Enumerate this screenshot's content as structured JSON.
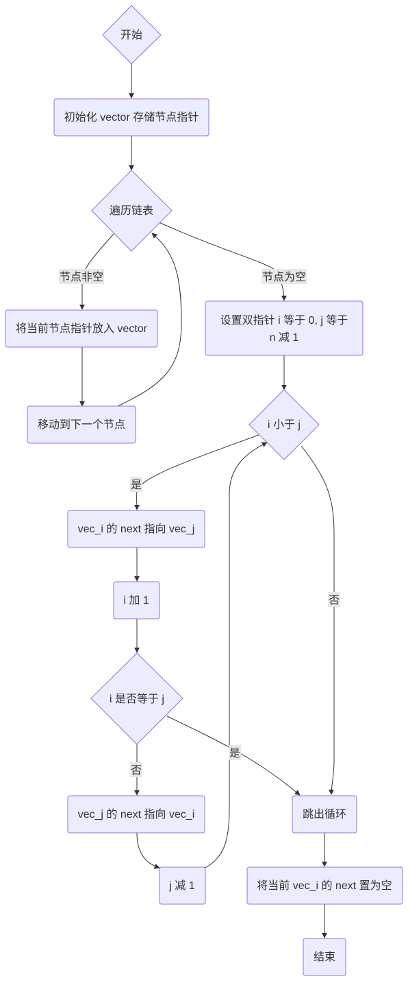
{
  "nodes": {
    "start": "开始",
    "init_vector": "初始化 vector 存储节点指针",
    "traverse": "遍历链表",
    "push_node": "将当前节点指针放入 vector",
    "move_next": "移动到下一个节点",
    "set_pointers_line1": "设置双指针 i 等于 0, j 等于",
    "set_pointers_line2": "n 减 1",
    "i_less_j": "i 小于 j",
    "link_i_to_j": "vec_i 的 next 指向 vec_j",
    "i_plus_1": "i 加 1",
    "i_equals_j": "i 是否等于 j",
    "link_j_to_i": "vec_j 的 next 指向 vec_i",
    "j_minus_1": "j 减 1",
    "break_loop": "跳出循环",
    "clear_next": "将当前 vec_i 的 next 置为空",
    "end": "结束"
  },
  "edge_labels": {
    "not_empty": "节点非空",
    "empty": "节点为空",
    "yes_1": "是",
    "no_1": "否",
    "no_2": "否",
    "yes_2": "是"
  },
  "colors": {
    "node_fill": "#ECECFF",
    "node_stroke": "#9370DB",
    "edge": "#333333",
    "label_bg": "#e8e8e8"
  }
}
